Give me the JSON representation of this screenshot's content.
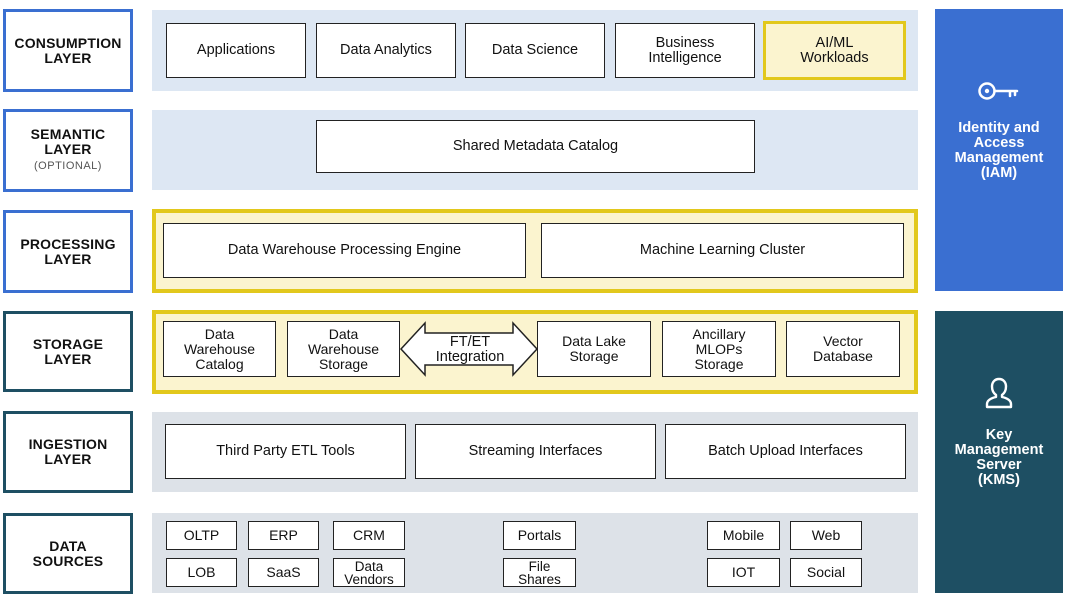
{
  "colors": {
    "blue_accent": "#3a6fd1",
    "teal_accent": "#1e4f63",
    "highlight_yellow": "#e2c81c",
    "band_light_blue": "#dde7f3",
    "band_light_grey": "#dde2e8"
  },
  "layers": {
    "consumption": {
      "label": "CONSUMPTION\nLAYER"
    },
    "semantic": {
      "label": "SEMANTIC\nLAYER",
      "sublabel": "(OPTIONAL)"
    },
    "processing": {
      "label": "PROCESSING\nLAYER"
    },
    "storage": {
      "label": "STORAGE\nLAYER"
    },
    "ingestion": {
      "label": "INGESTION\nLAYER"
    },
    "sources": {
      "label": "DATA\nSOURCES"
    }
  },
  "consumption_items": [
    "Applications",
    "Data Analytics",
    "Data Science",
    "Business\nIntelligence",
    "AI/ML\nWorkloads"
  ],
  "semantic_items": [
    "Shared Metadata Catalog"
  ],
  "processing_items": [
    "Data Warehouse Processing Engine",
    "Machine Learning Cluster"
  ],
  "storage_items": {
    "warehouse_catalog": "Data\nWarehouse\nCatalog",
    "warehouse_storage": "Data\nWarehouse\nStorage",
    "integration": "FT/ET\nIntegration",
    "lake_storage": "Data Lake\nStorage",
    "mlops_storage": "Ancillary\nMLOPs\nStorage",
    "vector_db": "Vector\nDatabase"
  },
  "ingestion_items": [
    "Third Party ETL Tools",
    "Streaming Interfaces",
    "Batch Upload Interfaces"
  ],
  "source_items": {
    "oltp": "OLTP",
    "erp": "ERP",
    "crm": "CRM",
    "lob": "LOB",
    "saas": "SaaS",
    "data_vendors": "Data\nVendors",
    "portals": "Portals",
    "file_shares": "File\nShares",
    "mobile": "Mobile",
    "web": "Web",
    "iot": "IOT",
    "social": "Social"
  },
  "side_panels": {
    "iam": {
      "title": "Identity and\nAccess\nManagement\n(IAM)",
      "icon": "key-icon"
    },
    "kms": {
      "title": "Key\nManagement\nServer\n(KMS)",
      "icon": "person-icon"
    }
  }
}
